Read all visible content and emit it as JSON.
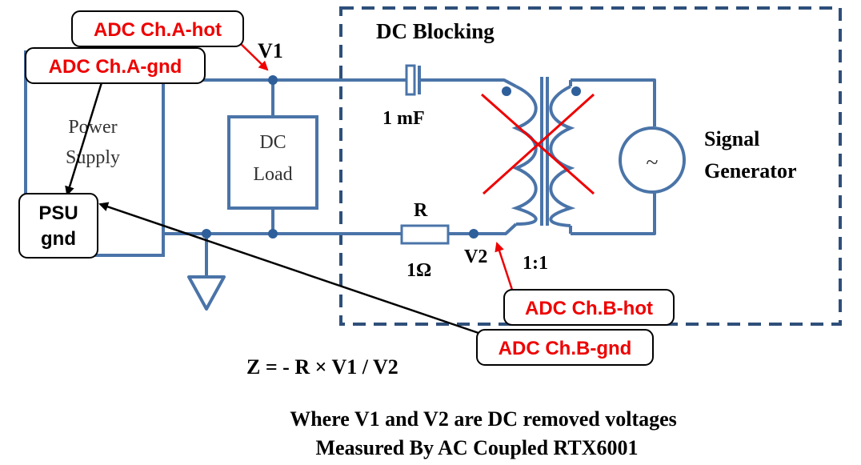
{
  "diagram": {
    "dc_blocking_title": "DC Blocking",
    "v1_label": "V1",
    "v2_label": "V2",
    "capacitor_value": "1 mF",
    "resistor_name": "R",
    "resistor_value": "1Ω",
    "transformer_ratio": "1:1",
    "power_supply_label_1": "Power",
    "power_supply_label_2": "Supply",
    "dc_load_label_1": "DC",
    "dc_load_label_2": "Load",
    "signal_generator_label_1": "Signal",
    "signal_generator_label_2": "Generator",
    "generator_symbol": "~",
    "psu_gnd_label_1": "PSU",
    "psu_gnd_label_2": "gnd",
    "callouts": {
      "ch_a_hot": "ADC Ch.A-hot",
      "ch_a_gnd": "ADC Ch.A-gnd",
      "ch_b_hot": "ADC Ch.B-hot",
      "ch_b_gnd": "ADC Ch.B-gnd"
    },
    "formula": "Z = - R × V1 / V2",
    "footnote_line_1": "Where V1 and V2 are DC removed voltages",
    "footnote_line_2": "Measured By AC Coupled RTX6001"
  },
  "colors": {
    "wire": "#4a74a8",
    "node": "#2e5f9a",
    "callout_red": "#ee0000",
    "arrow_red": "#ee0000",
    "arrow_black": "#000000",
    "cross": "#ee0000"
  }
}
